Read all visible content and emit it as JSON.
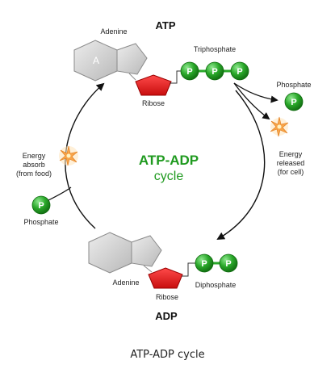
{
  "atp": {
    "title": "ATP",
    "adenine_label": "Adenine",
    "adenine_letter": "A",
    "ribose_label": "Ribose",
    "phosphate_group_label": "Triphosphate",
    "phosphate_letters": [
      "P",
      "P",
      "P"
    ]
  },
  "adp": {
    "title": "ADP",
    "adenine_label": "Adenine",
    "ribose_label": "Ribose",
    "phosphate_group_label": "Diphosphate",
    "phosphate_letters": [
      "P",
      "P"
    ]
  },
  "center": {
    "title_line1": "ATP-ADP",
    "title_line2": "cycle"
  },
  "right_side": {
    "phosphate_label": "Phosphate",
    "phosphate_letter": "P",
    "energy_line1": "Energy",
    "energy_line2": "released",
    "energy_line3": "(for cell)"
  },
  "left_side": {
    "energy_line1": "Energy",
    "energy_line2": "absorb",
    "energy_line3": "(from food)",
    "phosphate_label": "Phosphate",
    "phosphate_letter": "P"
  },
  "caption": "ATP-ADP cycle",
  "colors": {
    "phosphate_green": "#2aa82a",
    "ribose_red": "#e81818",
    "adenine_gray": "#cfcfcf",
    "cycle_title_green": "#1f9a1f",
    "arrow": "#111111"
  }
}
